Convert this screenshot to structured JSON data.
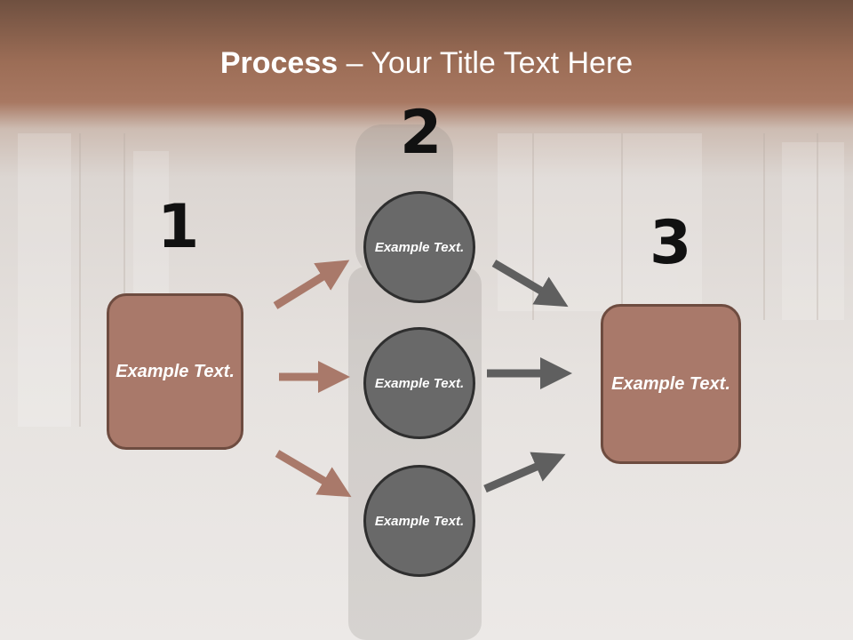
{
  "slide": {
    "title_bold": "Process",
    "title_rest": " – Your Title Text Here"
  },
  "steps": {
    "one": "1",
    "two": "2",
    "three": "3"
  },
  "nodes": {
    "left_box": "Example Text.",
    "circle_top": "Example Text.",
    "circle_middle": "Example Text.",
    "circle_bottom": "Example Text.",
    "right_box": "Example Text."
  },
  "colors": {
    "header": "#a07058",
    "box_fill": "#a9796a",
    "circle_fill": "#696969",
    "arrow_brown": "#a9796a",
    "arrow_gray": "#5f5f5f"
  }
}
